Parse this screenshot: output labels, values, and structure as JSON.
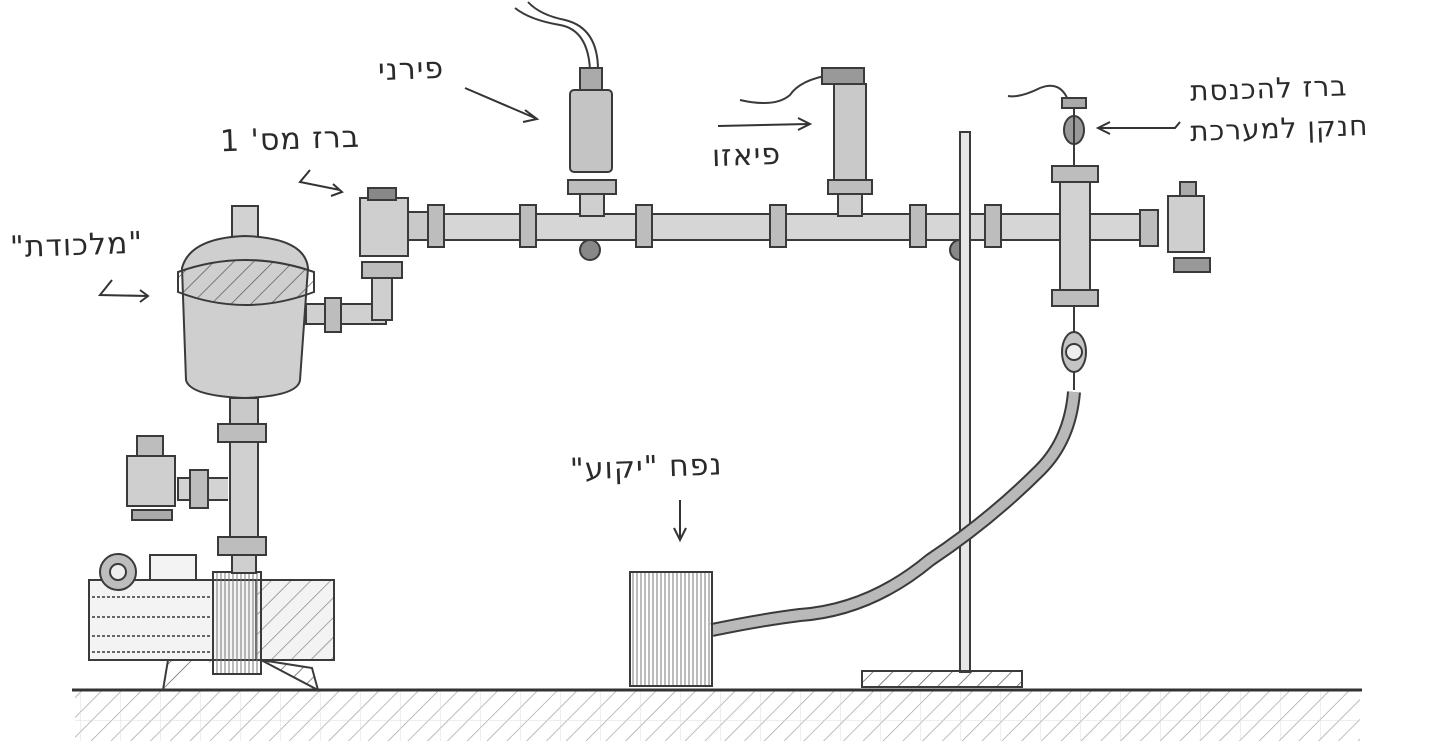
{
  "diagram": {
    "type": "hand-drawn vacuum system schematic",
    "colors": {
      "pencil": "#3a3a3a",
      "shade": "#9a9a9a",
      "grid": "#c8c8c8",
      "paper": "#ffffff"
    },
    "labels": {
      "trap": "\"מלכודת\"",
      "valve1": "ברז מס' 1",
      "pirani": "פירני",
      "piezo": "פיאזו",
      "nitrogen_valve_line1": "ברז להכנסת",
      "nitrogen_valve_line2": "חנקן למערכת",
      "vacuum_volume": "נפח \"יקוע\""
    },
    "components": [
      {
        "id": "rotary-pump",
        "name": "Vacuum pump (motor + pump block)"
      },
      {
        "id": "trap",
        "name": "Cold trap vessel"
      },
      {
        "id": "side-valve",
        "name": "Side valve on pump line"
      },
      {
        "id": "valve-1",
        "name": "Valve no. 1"
      },
      {
        "id": "pirani-gauge",
        "name": "Pirani gauge"
      },
      {
        "id": "piezo-gauge",
        "name": "Piezo gauge"
      },
      {
        "id": "manifold",
        "name": "Horizontal manifold pipe"
      },
      {
        "id": "cross-fitting",
        "name": "Cross fitting"
      },
      {
        "id": "nitrogen-valve",
        "name": "Nitrogen inlet valve"
      },
      {
        "id": "right-valve",
        "name": "Right end valve"
      },
      {
        "id": "lower-valve",
        "name": "Lower ball valve"
      },
      {
        "id": "flex-hose",
        "name": "Flexible hose"
      },
      {
        "id": "vacuum-vessel",
        "name": "Vacuum volume vessel"
      },
      {
        "id": "lab-stand",
        "name": "Lab stand rod and base"
      },
      {
        "id": "bench",
        "name": "Bench surface"
      }
    ]
  }
}
